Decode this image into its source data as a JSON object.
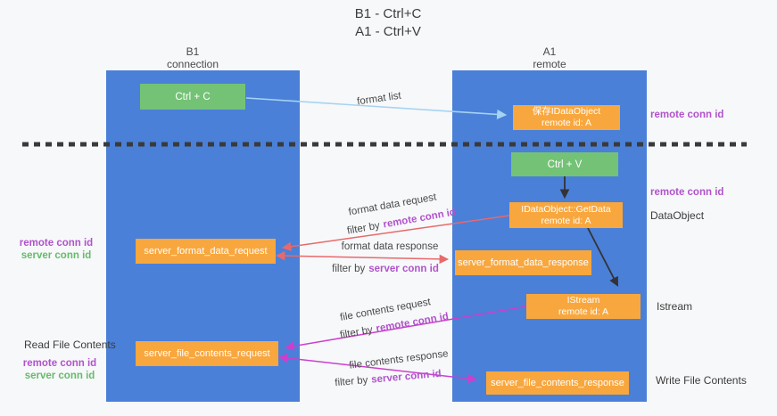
{
  "title": {
    "line1": "B1 - Ctrl+C",
    "line2": "A1 - Ctrl+V"
  },
  "lanes": {
    "b1": {
      "title": "B1",
      "subtitle": "connection"
    },
    "a1": {
      "title": "A1",
      "subtitle": "remote"
    }
  },
  "nodes": {
    "ctrl_c": {
      "label": "Ctrl + C"
    },
    "ctrl_v": {
      "label": "Ctrl + V"
    },
    "save_idataobject": {
      "line1": "保存IDataObject",
      "line2": "remote id: A"
    },
    "idataobject_getdata": {
      "line1": "IDataObject::GetData",
      "line2": "remote id: A"
    },
    "istream": {
      "line1": "IStream",
      "line2": "remote id: A"
    },
    "server_format_data_request": {
      "label": "server_format_data_request"
    },
    "server_format_data_response": {
      "label": "server_format_data_response"
    },
    "server_file_contents_request": {
      "label": "server_file_contents_request"
    },
    "server_file_contents_response": {
      "label": "server_file_contents_response"
    }
  },
  "edge_labels": {
    "format_list": "format list",
    "format_data_request": "format data request",
    "format_data_response": "format data response",
    "file_contents_request": "file contents request",
    "file_contents_response": "file contents response",
    "filter_by": "filter by",
    "remote_conn_id": "remote conn id",
    "server_conn_id": "server conn id"
  },
  "side_labels": {
    "left_remote_conn_id": "remote conn id",
    "left_server_conn_id": "server conn id",
    "read_file_contents": "Read File Contents",
    "left_remote_conn_id_2": "remote conn id",
    "left_server_conn_id_2": "server conn id",
    "right_remote_conn_id_top": "remote conn id",
    "right_remote_conn_id_mid": "remote conn id",
    "dataobject": "DataObject",
    "istream": "Istream",
    "write_file_contents": "Write File Contents"
  },
  "colors": {
    "lane_blue": "#4a80d8",
    "node_green": "#74c276",
    "node_orange": "#f8a73e",
    "purple_label": "#b153cb",
    "green_label": "#66bb6a",
    "salmon_arrow": "#e8696b",
    "magenta_arrow": "#cb3fcd",
    "light_blue_arrow": "#a6d3f2",
    "black_arrow": "#333333",
    "dashed_divider": "#3a3a3a"
  }
}
